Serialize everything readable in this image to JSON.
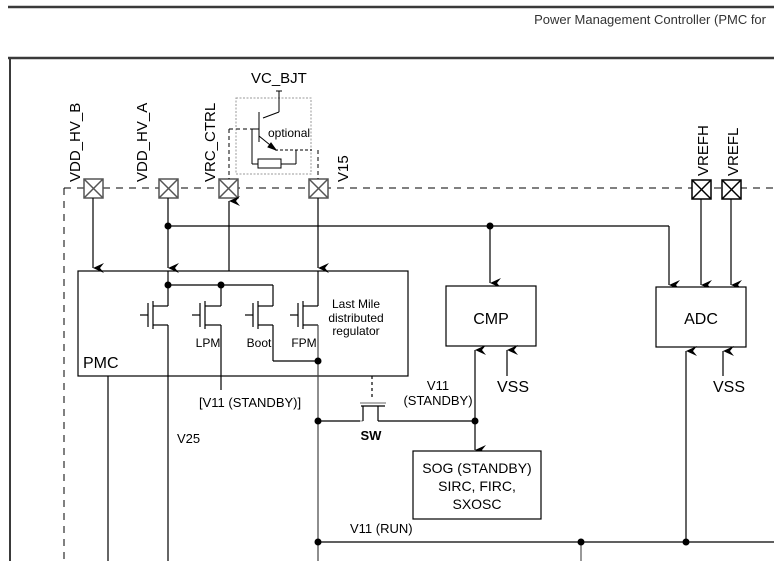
{
  "header": {
    "title": "Power Management Controller (PMC for"
  },
  "pins": {
    "vdd_hv_b": "VDD_HV_B",
    "vdd_hv_a": "VDD_HV_A",
    "vrc_ctrl": "VRC_CTRL",
    "v15": "V15",
    "vrefh": "VREFH",
    "vrefl": "VREFL"
  },
  "bjt": {
    "supply_label": "VC_BJT",
    "note": "optional"
  },
  "pmc": {
    "label": "PMC",
    "regulator_label": [
      "Last Mile",
      "distributed",
      "regulator"
    ],
    "transistors": [
      "",
      "LPM",
      "Boot",
      "FPM"
    ]
  },
  "blocks": {
    "cmp": "CMP",
    "adc": "ADC",
    "sog": [
      "SOG (STANDBY)",
      "SIRC, FIRC,",
      "SXOSC"
    ]
  },
  "nets": {
    "v11_standby_bracket": "[V11 (STANDBY)]",
    "v11_standby": [
      "V11",
      "(STANDBY)"
    ],
    "v25": "V25",
    "v11_run": "V11 (RUN)",
    "vss_cmp": "VSS",
    "vss_adc": "VSS",
    "switch": "SW"
  },
  "colors": {
    "line": "#000000",
    "pad_border": "#555555",
    "frame": "#3a3a3a",
    "optional_box": "#999999"
  }
}
